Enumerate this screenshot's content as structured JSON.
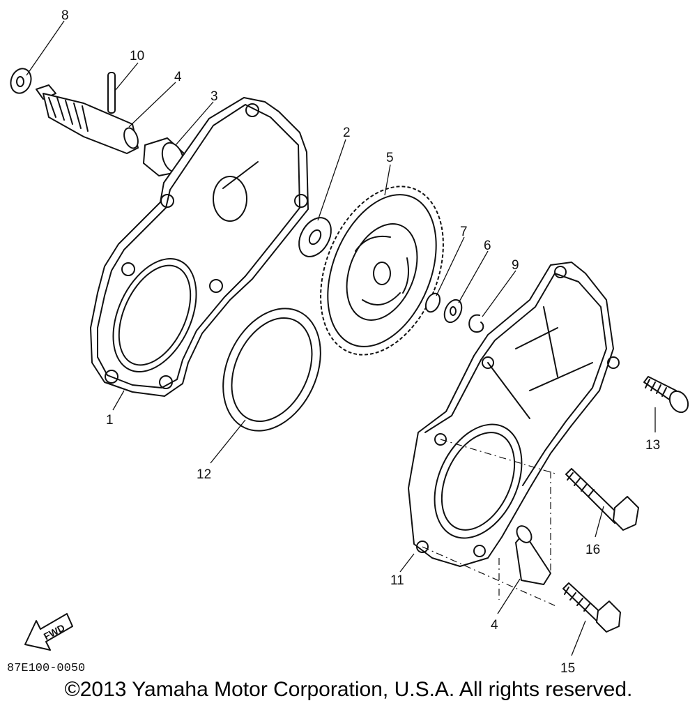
{
  "diagram_code": "87E100-0050",
  "fwd_label": "FWD",
  "copyright": "©2013 Yamaha Motor Corporation, U.S.A. All rights reserved.",
  "callouts": {
    "c1": "1",
    "c2": "2",
    "c3": "3",
    "c4a": "4",
    "c4b": "4",
    "c5": "5",
    "c6": "6",
    "c7": "7",
    "c8": "8",
    "c9": "9",
    "c10": "10",
    "c11": "11",
    "c12": "12",
    "c13": "13",
    "c15": "15",
    "c16": "16"
  }
}
